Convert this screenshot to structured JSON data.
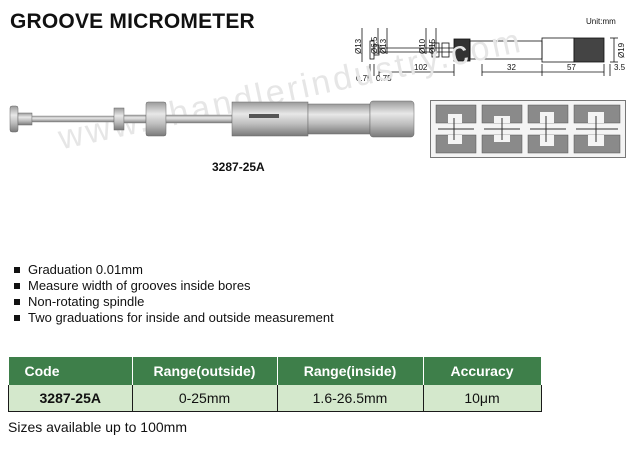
{
  "title": "GROOVE MICROMETER",
  "unit_label": "Unit:mm",
  "model_label": "3287-25A",
  "watermark": "www.chandlerindustry.com",
  "drawing": {
    "dims_vertical": [
      "Ø13",
      "Ø6.5",
      "Ø13",
      "Ø10",
      "Ø15",
      "Ø19"
    ],
    "dims_horizontal": [
      "0.75",
      "0.75",
      "102",
      "32",
      "57",
      "3.5"
    ]
  },
  "features": [
    "Graduation 0.01mm",
    "Measure width of grooves inside bores",
    "Non-rotating spindle",
    "Two graduations  for inside and outside measurement"
  ],
  "table": {
    "headers": [
      "Code",
      "Range(outside)",
      "Range(inside)",
      "Accuracy"
    ],
    "rows": [
      [
        "3287-25A",
        "0-25mm",
        "1.6-26.5mm",
        "10μm"
      ]
    ]
  },
  "note": "Sizes available up to 100mm"
}
